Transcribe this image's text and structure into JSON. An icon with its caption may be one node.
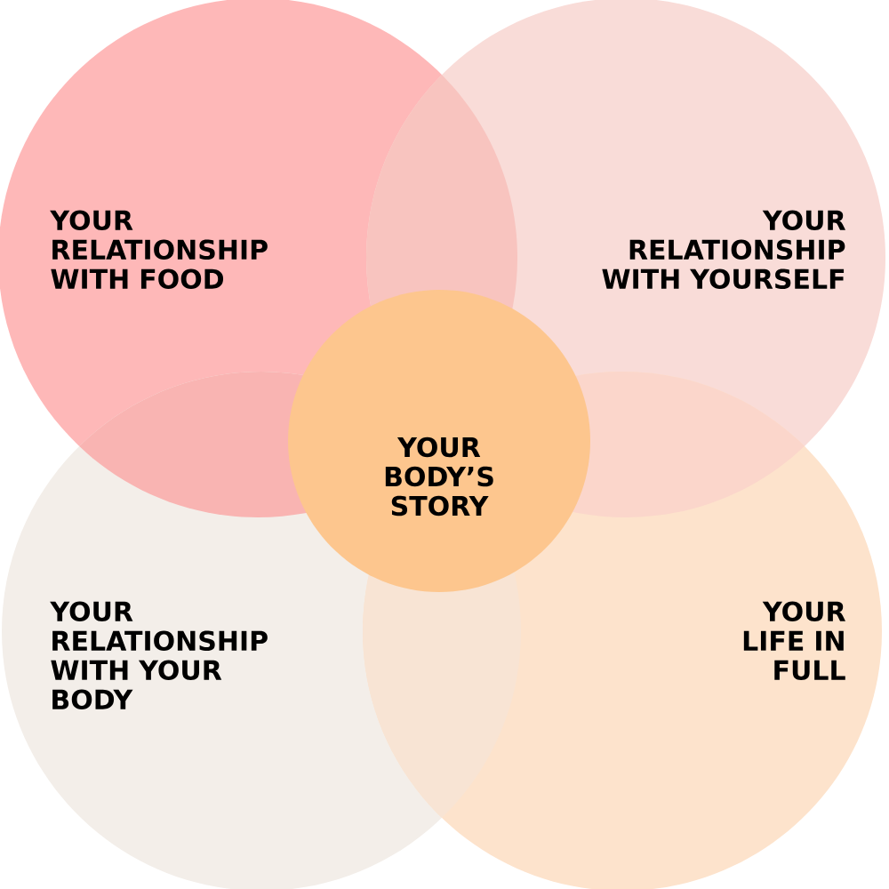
{
  "diagram": {
    "nodes": [
      {
        "text": [
          "YOUR RELATIONSHIP WITH FOOD"
        ]
      },
      {
        "text": [
          "YOUR RELATIONSHIP WITH YOURSELF"
        ]
      },
      {
        "text": [
          "YOUR BODY’S STORY"
        ]
      },
      {
        "text": [
          "YOUR RELATIONSHIP WITH YOUR BODY"
        ]
      },
      {
        "text": [
          "YOUR LIFE IN FULL"
        ]
      }
    ]
  }
}
